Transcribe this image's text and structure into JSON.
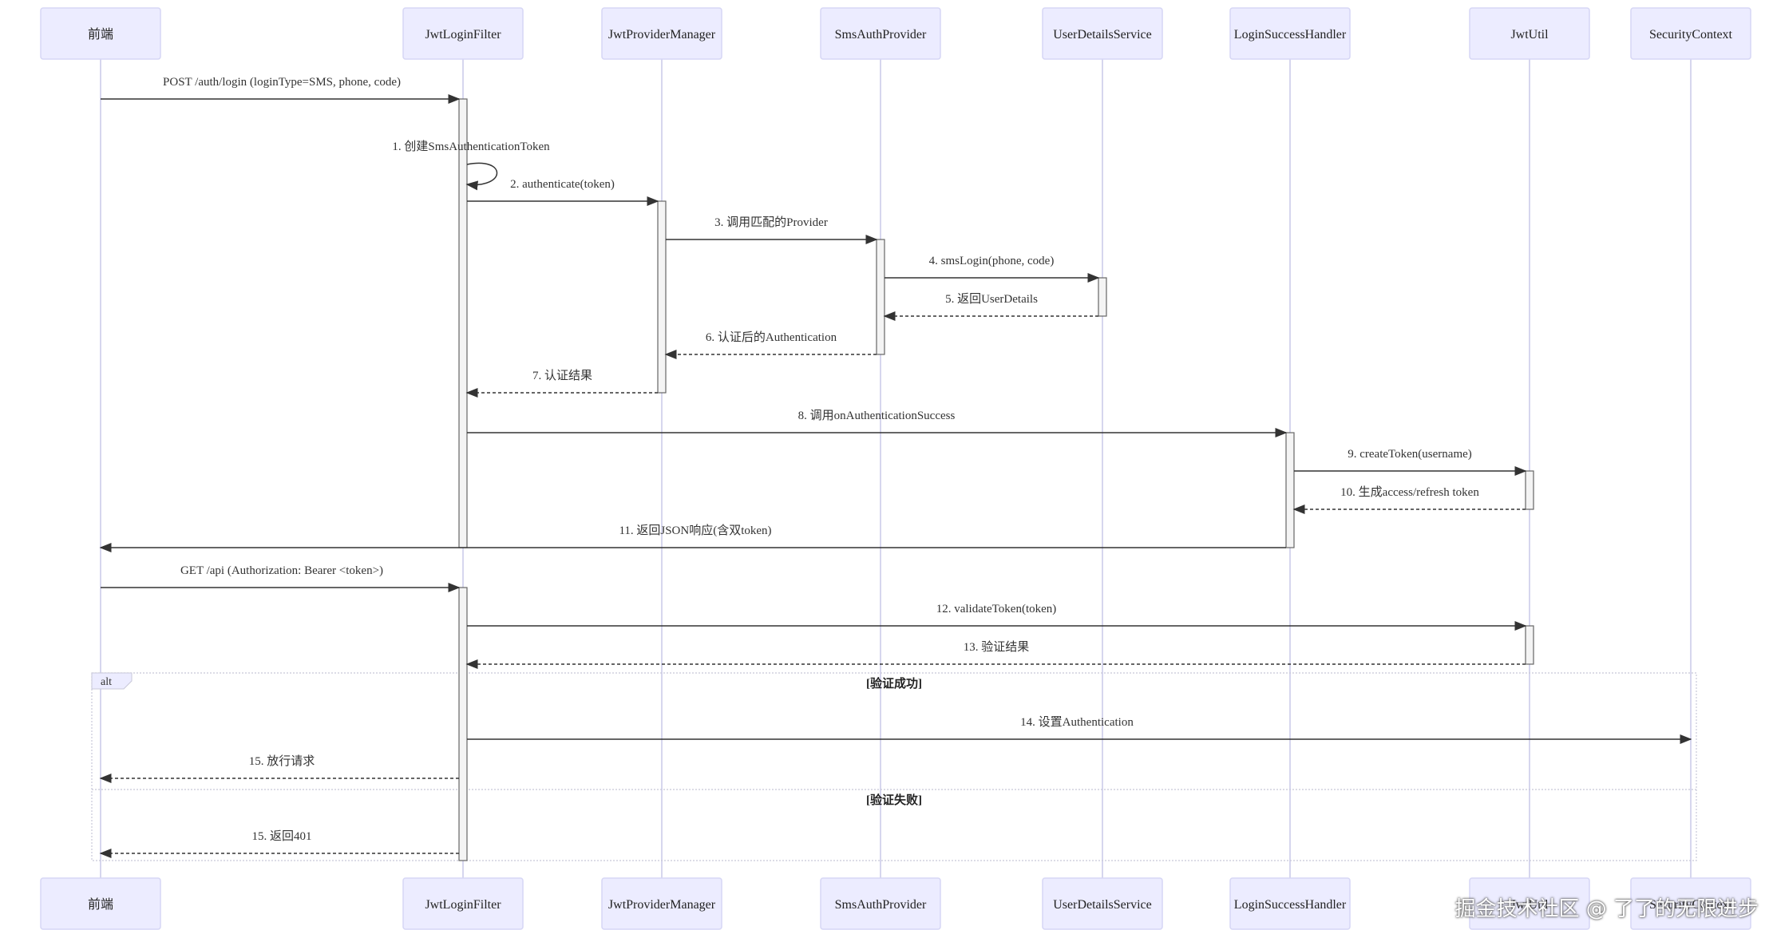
{
  "actors": [
    {
      "id": "fe",
      "label": "前端"
    },
    {
      "id": "jlf",
      "label": "JwtLoginFilter"
    },
    {
      "id": "jpm",
      "label": "JwtProviderManager"
    },
    {
      "id": "sap",
      "label": "SmsAuthProvider"
    },
    {
      "id": "uds",
      "label": "UserDetailsService"
    },
    {
      "id": "lsh",
      "label": "LoginSuccessHandler"
    },
    {
      "id": "jwu",
      "label": "JwtUtil"
    },
    {
      "id": "sc",
      "label": "SecurityContext"
    }
  ],
  "messages": [
    {
      "from": "fe",
      "to": "jlf",
      "label": "POST /auth/login (loginType=SMS, phone, code)",
      "type": "sync"
    },
    {
      "from": "jlf",
      "to": "jlf",
      "label": "1. 创建SmsAuthenticationToken",
      "type": "self"
    },
    {
      "from": "jlf",
      "to": "jpm",
      "label": "2. authenticate(token)",
      "type": "sync"
    },
    {
      "from": "jpm",
      "to": "sap",
      "label": "3. 调用匹配的Provider",
      "type": "sync"
    },
    {
      "from": "sap",
      "to": "uds",
      "label": "4. smsLogin(phone, code)",
      "type": "sync"
    },
    {
      "from": "uds",
      "to": "sap",
      "label": "5. 返回UserDetails",
      "type": "reply"
    },
    {
      "from": "sap",
      "to": "jpm",
      "label": "6. 认证后的Authentication",
      "type": "reply"
    },
    {
      "from": "jpm",
      "to": "jlf",
      "label": "7. 认证结果",
      "type": "reply"
    },
    {
      "from": "jlf",
      "to": "lsh",
      "label": "8. 调用onAuthenticationSuccess",
      "type": "sync"
    },
    {
      "from": "lsh",
      "to": "jwu",
      "label": "9. createToken(username)",
      "type": "sync"
    },
    {
      "from": "jwu",
      "to": "lsh",
      "label": "10. 生成access/refresh token",
      "type": "reply"
    },
    {
      "from": "lsh",
      "to": "fe",
      "label": "11. 返回JSON响应(含双token)",
      "type": "sync"
    },
    {
      "from": "fe",
      "to": "jlf",
      "label": "GET /api (Authorization: Bearer <token>)",
      "type": "sync"
    },
    {
      "from": "jlf",
      "to": "jwu",
      "label": "12. validateToken(token)",
      "type": "sync"
    },
    {
      "from": "jwu",
      "to": "jlf",
      "label": "13. 验证结果",
      "type": "reply"
    },
    {
      "from": "jlf",
      "to": "sc",
      "label": "14. 设置Authentication",
      "type": "sync"
    },
    {
      "from": "jlf",
      "to": "fe",
      "label": "15. 放行请求",
      "type": "reply"
    },
    {
      "from": "jlf",
      "to": "fe",
      "label": "15. 返回401",
      "type": "reply"
    }
  ],
  "alt_frame": {
    "tag": "alt",
    "conditions": [
      "[验证成功]",
      "[验证失败]"
    ]
  },
  "watermark": "掘金技术社区 @ 了了的无限进步"
}
